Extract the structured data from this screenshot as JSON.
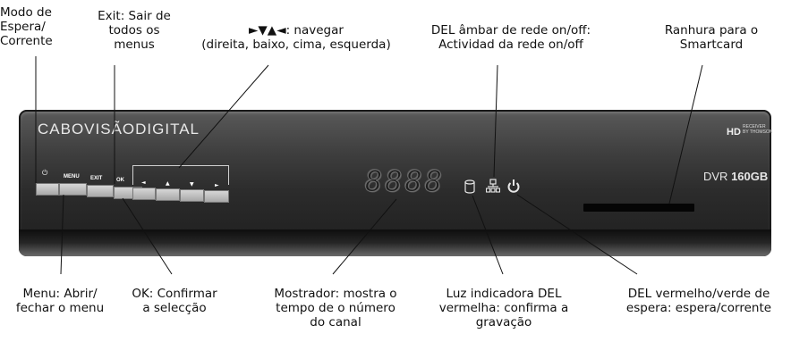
{
  "device": {
    "brand": "CABOVISÃODIGITAL",
    "hd_logo": "HD",
    "hd_sub": "RECEIVER\nBY THOMSON",
    "model_prefix": "DVR ",
    "model_bold": "160GB",
    "display": "8888",
    "keys": {
      "menu": "MENU",
      "exit": "EXIT",
      "ok": "OK"
    },
    "nav_glyphs": [
      "◄",
      "▲",
      "▼",
      "►"
    ],
    "standby_key_glyph": "⏻"
  },
  "callouts": {
    "standby": "Modo de\nEspera/\nCorrente",
    "exit": "Exit: Sair de\ntodos os\nmenus",
    "navigate": "►▼▲◄: navegar\n(direita, baixo, cima, esquerda)",
    "network_led": "DEL âmbar de rede on/off:\nActividad da rede on/off",
    "smartcard": "Ranhura para o\nSmartcard",
    "menu": "Menu: Abrir/\nfechar o menu",
    "ok": "OK: Confirmar\na selecção",
    "display": "Mostrador: mostra o\ntempo de o número\ndo canal",
    "record_led": "Luz indicadora DEL\nvermelha: confirma a\ngravação",
    "standby_led": "DEL vermelho/verde de\nespera: espera/corrente"
  },
  "colors": {
    "device_body": "#2c2c2c",
    "text": "#111111",
    "leader_line": "#111111"
  }
}
